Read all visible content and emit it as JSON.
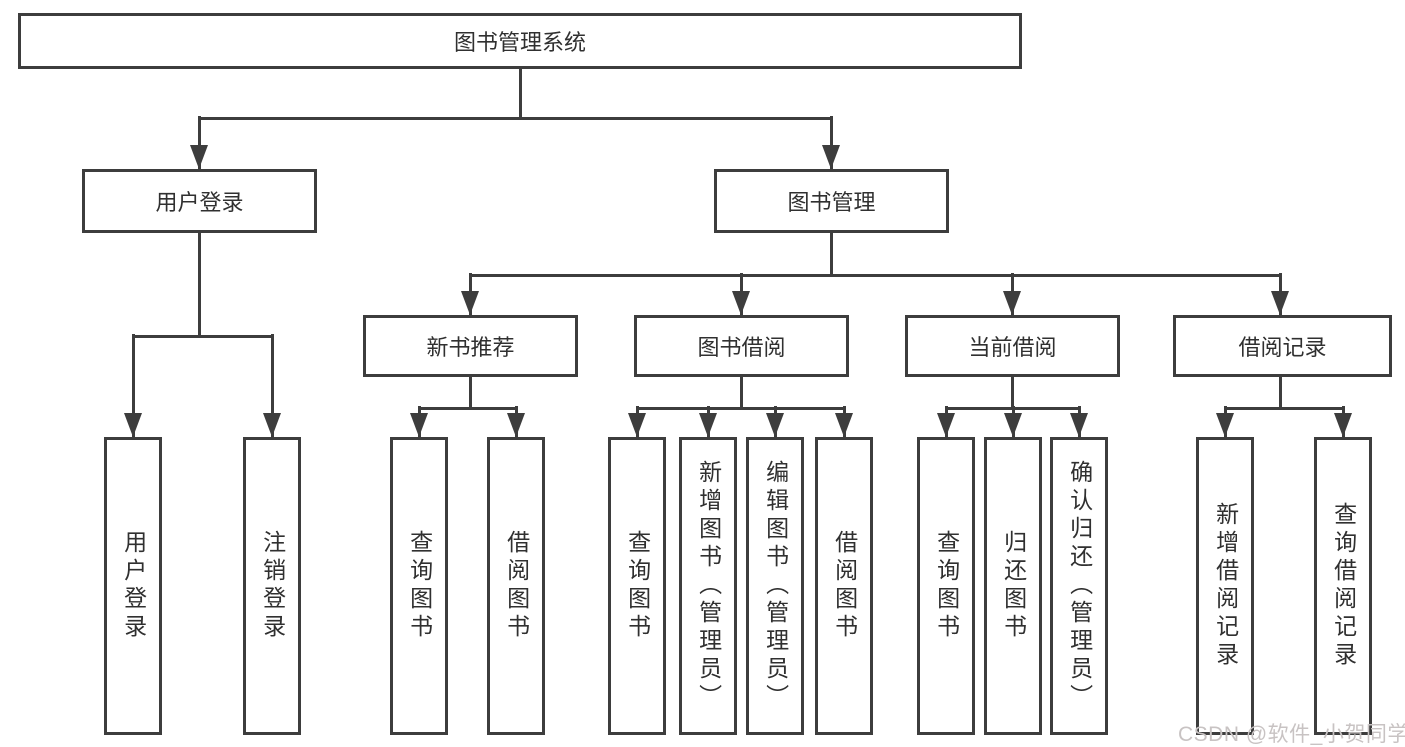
{
  "tree": {
    "label": "图书管理系统",
    "children": [
      {
        "label": "用户登录",
        "children": [
          {
            "label": "用户登录"
          },
          {
            "label": "注销登录"
          }
        ]
      },
      {
        "label": "图书管理",
        "children": [
          {
            "label": "新书推荐",
            "children": [
              {
                "label": "查询图书"
              },
              {
                "label": "借阅图书"
              }
            ]
          },
          {
            "label": "图书借阅",
            "children": [
              {
                "label": "查询图书"
              },
              {
                "label": "新增图书（管理员）"
              },
              {
                "label": "编辑图书（管理员）"
              },
              {
                "label": "借阅图书"
              }
            ]
          },
          {
            "label": "当前借阅",
            "children": [
              {
                "label": "查询图书"
              },
              {
                "label": "归还图书"
              },
              {
                "label": "确认归还（管理员）"
              }
            ]
          },
          {
            "label": "借阅记录",
            "children": [
              {
                "label": "新增借阅记录"
              },
              {
                "label": "查询借阅记录"
              }
            ]
          }
        ]
      }
    ]
  },
  "watermark": "CSDN @软件_小贺同学",
  "colors": {
    "line": "#3d3d3d",
    "text": "#303030",
    "watermark": "#c8c3c3",
    "background": "#ffffff"
  }
}
